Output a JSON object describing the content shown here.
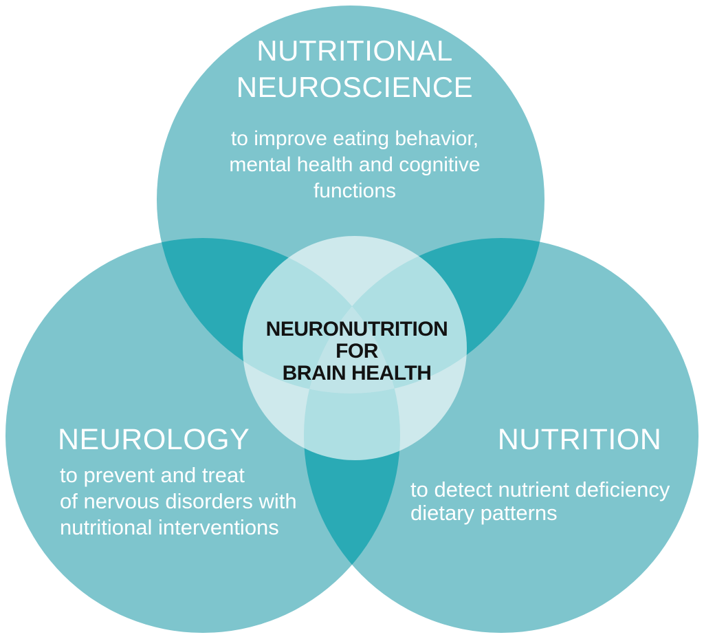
{
  "colors": {
    "background": "#ffffff",
    "circle_base": "#7ec5cd",
    "overlap_dark": "#2aaab5",
    "overlap_triple": "#5bb8c2",
    "center_highlight": "#ffffff",
    "heading_text": "#ffffff",
    "center_text": "#121212"
  },
  "venn": {
    "top": {
      "title_lines": [
        "NUTRITIONAL",
        "NEUROSCIENCE"
      ],
      "description_lines": [
        "to improve eating behavior,",
        "mental health and cognitive",
        "functions"
      ]
    },
    "left": {
      "title": "NEUROLOGY",
      "description_lines": [
        "to prevent and treat",
        "of nervous disorders with",
        "nutritional interventions"
      ]
    },
    "right": {
      "title": "NUTRITION",
      "description_lines": [
        "to detect nutrient deficiency",
        "dietary patterns"
      ]
    },
    "center": {
      "title_lines": [
        "NEURONUTRITION",
        "FOR",
        "BRAIN HEALTH"
      ]
    }
  }
}
